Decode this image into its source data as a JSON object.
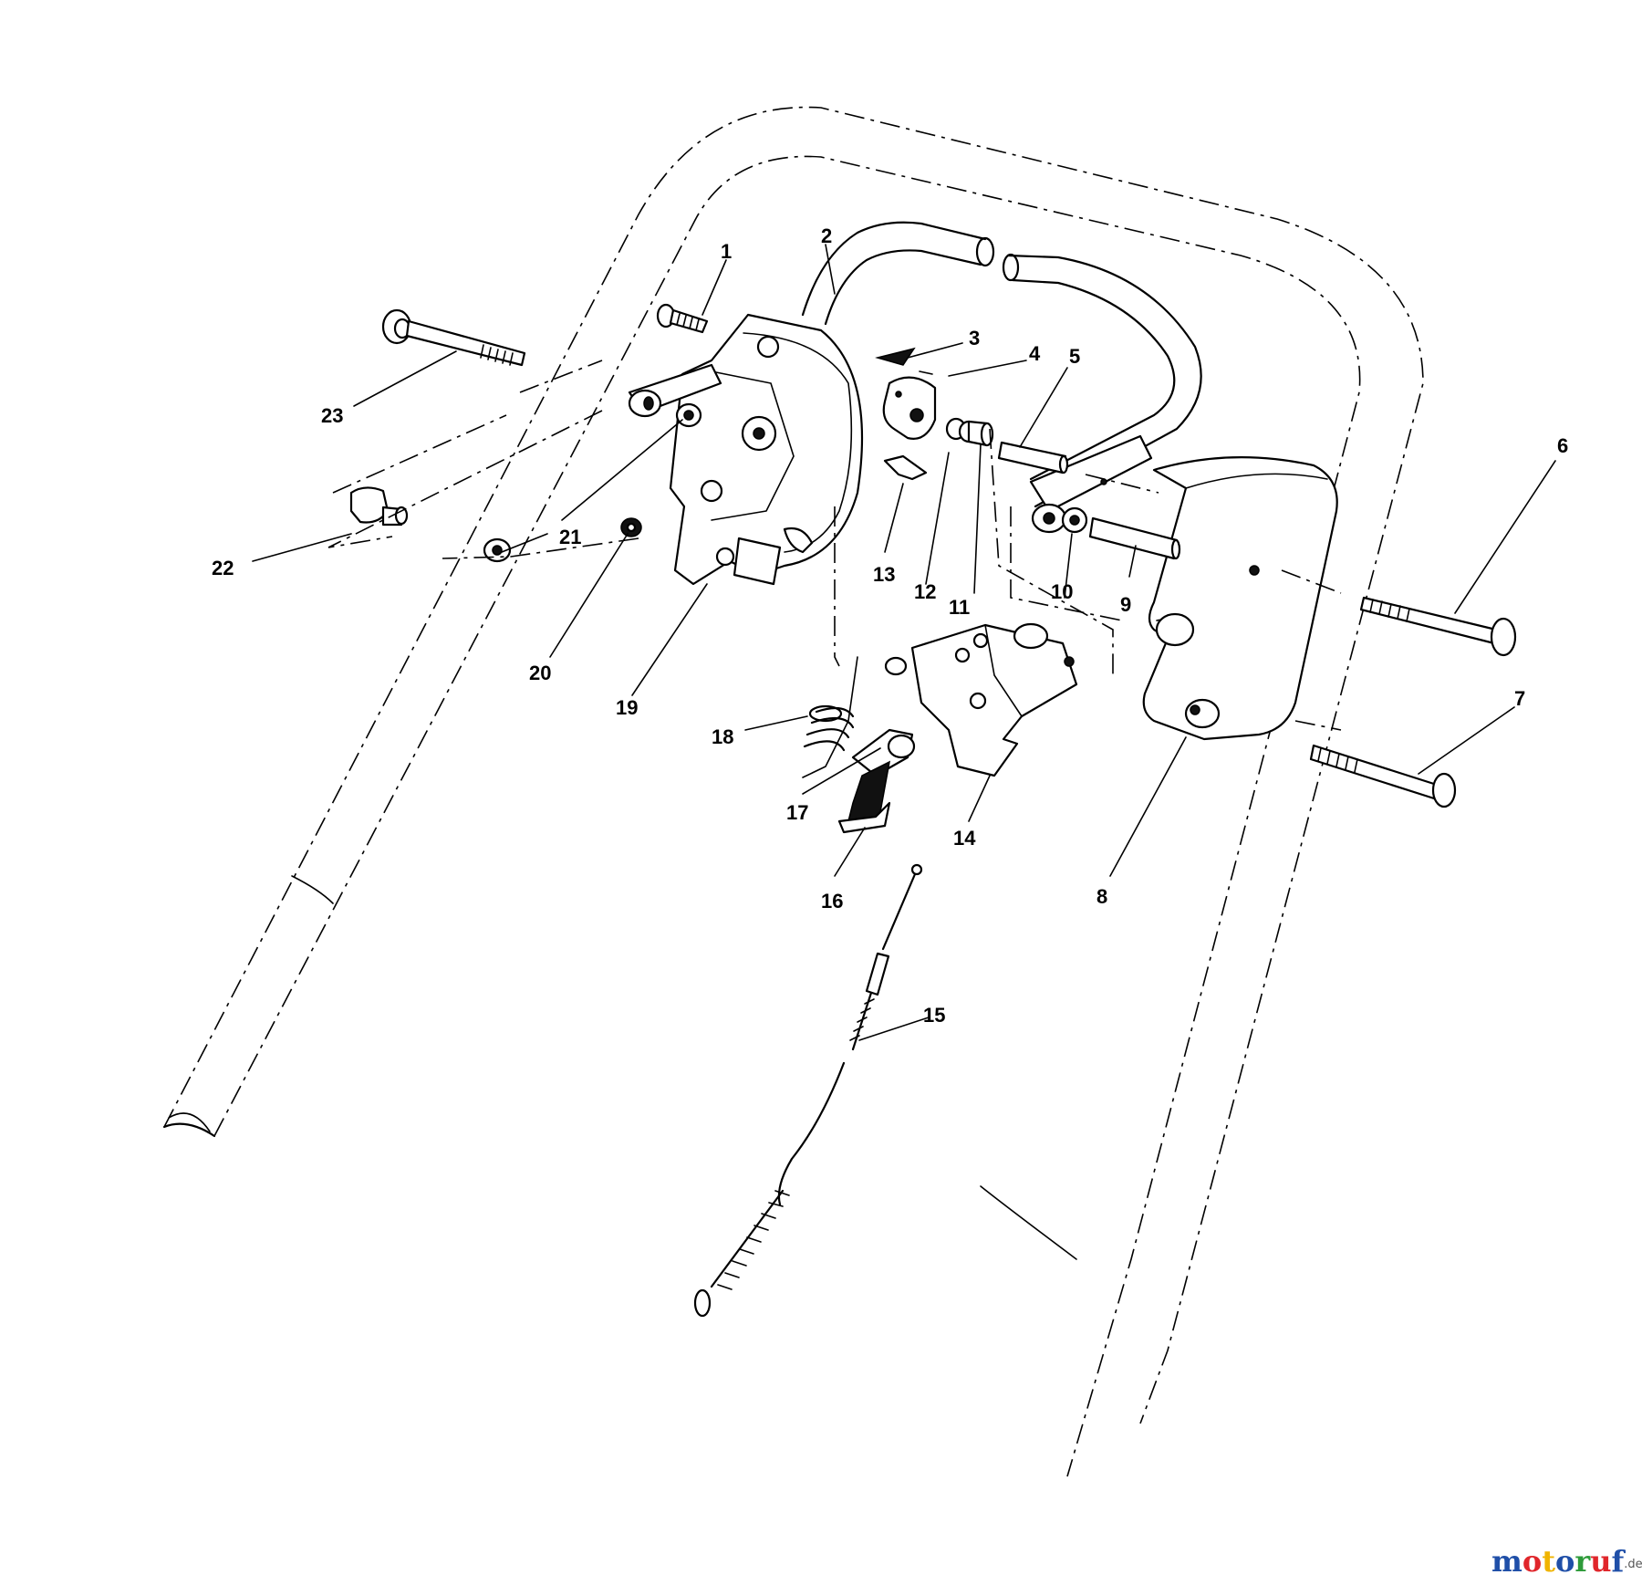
{
  "parts": [
    {
      "id": "p1",
      "label": "1"
    },
    {
      "id": "p2",
      "label": "2"
    },
    {
      "id": "p3",
      "label": "3"
    },
    {
      "id": "p4",
      "label": "4"
    },
    {
      "id": "p5",
      "label": "5"
    },
    {
      "id": "p6",
      "label": "6"
    },
    {
      "id": "p7",
      "label": "7"
    },
    {
      "id": "p8",
      "label": "8"
    },
    {
      "id": "p9",
      "label": "9"
    },
    {
      "id": "p10",
      "label": "10"
    },
    {
      "id": "p11",
      "label": "11"
    },
    {
      "id": "p12",
      "label": "12"
    },
    {
      "id": "p13",
      "label": "13"
    },
    {
      "id": "p14",
      "label": "14"
    },
    {
      "id": "p15",
      "label": "15"
    },
    {
      "id": "p16",
      "label": "16"
    },
    {
      "id": "p17",
      "label": "17"
    },
    {
      "id": "p18",
      "label": "18"
    },
    {
      "id": "p19",
      "label": "19"
    },
    {
      "id": "p20",
      "label": "20"
    },
    {
      "id": "p21",
      "label": "21"
    },
    {
      "id": "p22",
      "label": "22"
    },
    {
      "id": "p23",
      "label": "23"
    }
  ],
  "watermark": {
    "brand": "motoruf",
    "suffix": ".de",
    "colors": [
      "#1f4fa8",
      "#e0262b",
      "#f0b400",
      "#1f4fa8",
      "#2e9b3a",
      "#e0262b",
      "#1f4fa8"
    ]
  }
}
